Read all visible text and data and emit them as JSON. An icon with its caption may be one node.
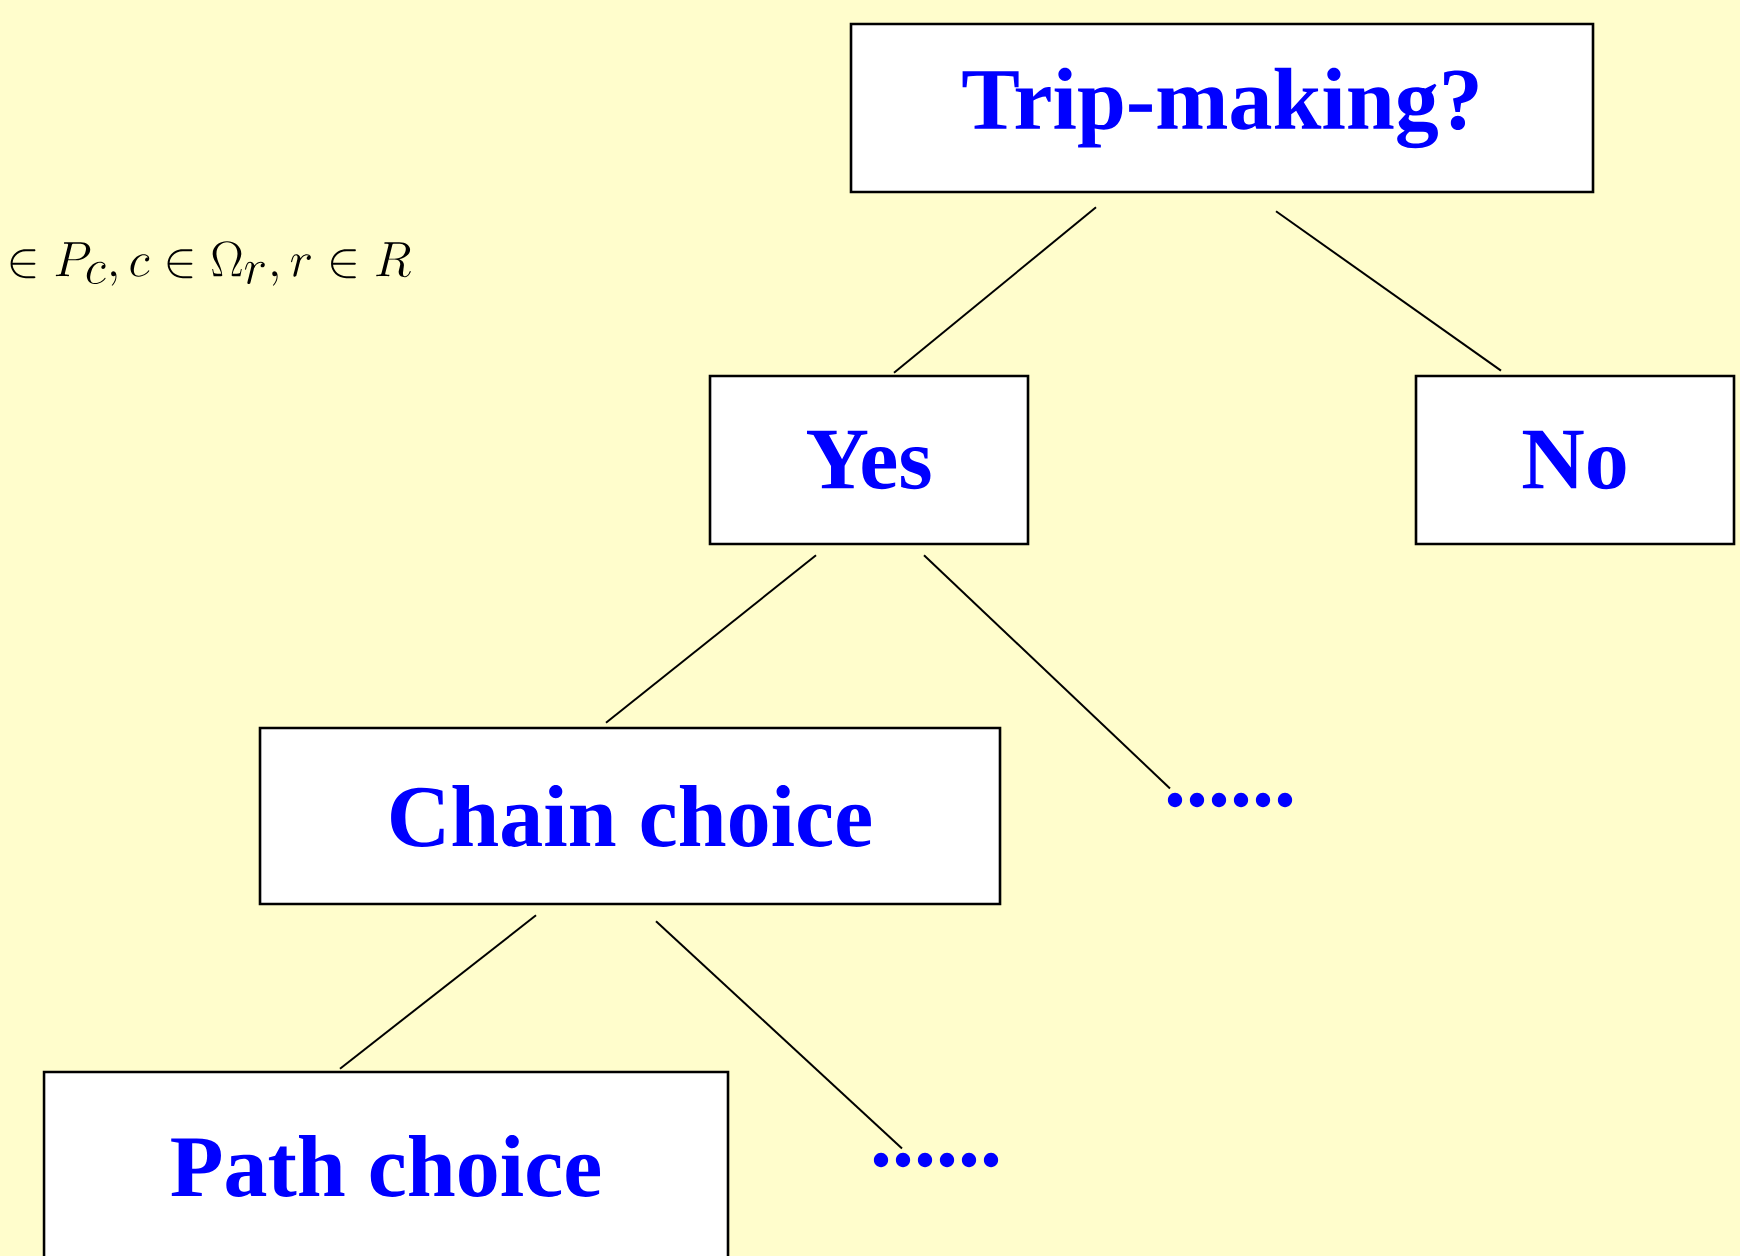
{
  "diagram": {
    "nodes": [
      {
        "text": [
          "Trip-making?"
        ]
      },
      {
        "text": [
          "Yes"
        ]
      },
      {
        "text": [
          "No"
        ]
      },
      {
        "text": [
          "Chain choice"
        ]
      },
      {
        "text": [
          "......"
        ]
      },
      {
        "text": [
          "Path choice"
        ]
      },
      {
        "text": [
          "......"
        ]
      }
    ],
    "edges": [
      {
        "from": 0,
        "to": 1,
        "arrow": "none"
      },
      {
        "from": 0,
        "to": 2,
        "arrow": "none"
      },
      {
        "from": 1,
        "to": 3,
        "arrow": "none"
      },
      {
        "from": 1,
        "to": 4,
        "arrow": "none"
      },
      {
        "from": 3,
        "to": 5,
        "arrow": "none"
      },
      {
        "from": 3,
        "to": 6,
        "arrow": "none"
      }
    ],
    "labels": [
      "\\in P_c, c \\in \\Omega_r, r \\in R"
    ]
  }
}
